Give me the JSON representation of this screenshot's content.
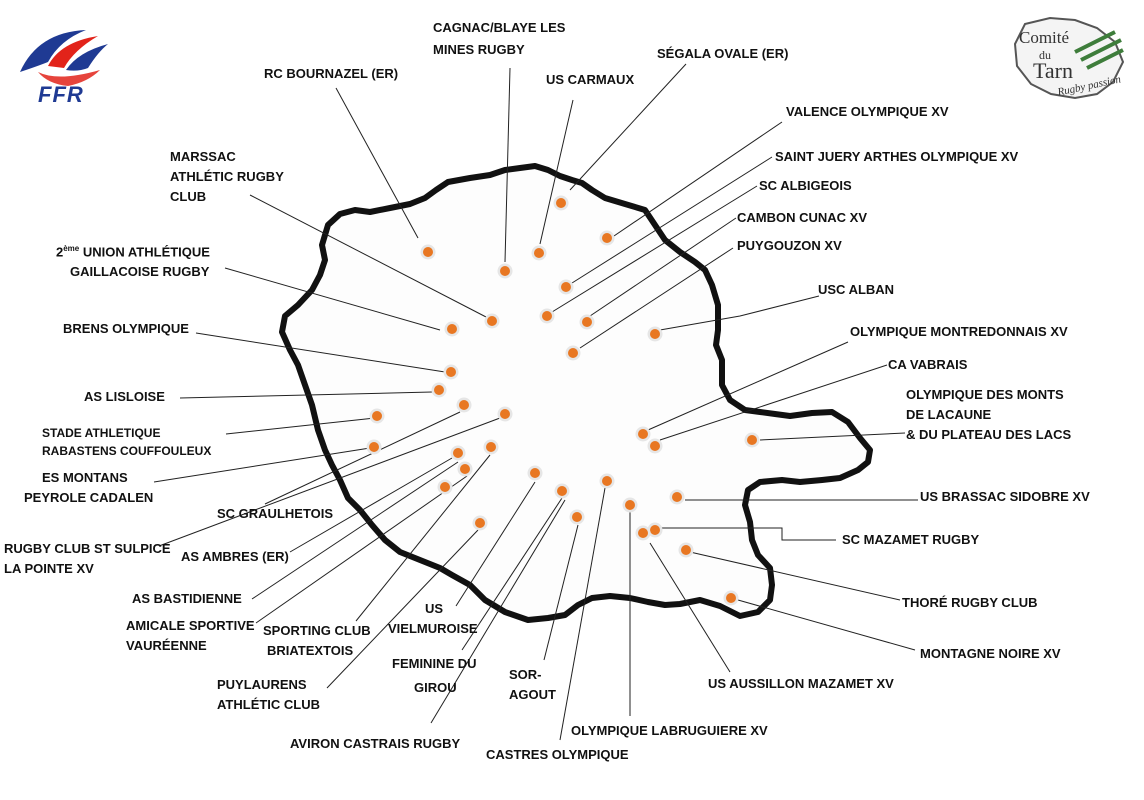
{
  "logos": {
    "federation": "FFR",
    "committee": {
      "line1": "Comité",
      "line2": "du",
      "line3": "Tarn",
      "tagline": "Rugby passion"
    }
  },
  "colors": {
    "club_dot": "#e87722",
    "dot_ring": "#e6e6e6",
    "outline": "#111111",
    "ffr_blue": "#1f3a93",
    "ffr_red": "#e2231a"
  },
  "clubs": [
    {
      "lines": [
        "RC BOURNAZEL (ER)"
      ]
    },
    {
      "lines": [
        "CAGNAC/BLAYE LES",
        "MINES RUGBY"
      ]
    },
    {
      "lines": [
        "US CARMAUX"
      ]
    },
    {
      "lines": [
        "SÉGALA OVALE (ER)"
      ]
    },
    {
      "lines": [
        "VALENCE OLYMPIQUE XV"
      ]
    },
    {
      "lines": [
        "SAINT JUERY ARTHES OLYMPIQUE XV"
      ]
    },
    {
      "lines": [
        "SC ALBIGEOIS"
      ]
    },
    {
      "lines": [
        "CAMBON CUNAC XV"
      ]
    },
    {
      "lines": [
        "PUYGOUZON XV"
      ]
    },
    {
      "lines": [
        "USC ALBAN"
      ]
    },
    {
      "lines": [
        "OLYMPIQUE MONTREDONNAIS XV"
      ]
    },
    {
      "lines": [
        "CA VABRAIS"
      ]
    },
    {
      "lines": [
        "OLYMPIQUE DES MONTS",
        "DE LACAUNE",
        "& DU PLATEAU DES LACS"
      ]
    },
    {
      "lines": [
        "US BRASSAC SIDOBRE XV"
      ]
    },
    {
      "lines": [
        "SC MAZAMET RUGBY"
      ]
    },
    {
      "lines": [
        "THORÉ RUGBY CLUB"
      ]
    },
    {
      "lines": [
        "MONTAGNE NOIRE XV"
      ]
    },
    {
      "lines": [
        "US AUSSILLON MAZAMET XV"
      ]
    },
    {
      "lines": [
        "OLYMPIQUE LABRUGUIERE XV"
      ]
    },
    {
      "lines": [
        "CASTRES OLYMPIQUE"
      ]
    },
    {
      "lines": [
        "SOR-",
        "AGOUT"
      ]
    },
    {
      "lines": [
        "FEMININE DU",
        "GIROU"
      ]
    },
    {
      "lines": [
        "US",
        "VIELMUROISE"
      ]
    },
    {
      "lines": [
        "AVIRON CASTRAIS RUGBY"
      ]
    },
    {
      "lines": [
        "SPORTING CLUB",
        "BRIATEXTOIS"
      ]
    },
    {
      "lines": [
        "PUYLAURENS",
        "ATHLÉTIC CLUB"
      ]
    },
    {
      "lines": [
        "AMICALE SPORTIVE",
        "VAURÉENNE"
      ]
    },
    {
      "lines": [
        "AS BASTIDIENNE"
      ]
    },
    {
      "lines": [
        "AS AMBRES (ER)"
      ]
    },
    {
      "lines": [
        "SC GRAULHETOIS"
      ]
    },
    {
      "lines": [
        "RUGBY CLUB ST SULPICE",
        "LA POINTE XV"
      ]
    },
    {
      "lines": [
        "ES MONTANS",
        "PEYROLE CADALEN"
      ]
    },
    {
      "lines": [
        "STADE ATHLETIQUE",
        "RABASTENS COUFFOULEUX"
      ]
    },
    {
      "lines": [
        "AS LISLOISE"
      ]
    },
    {
      "lines": [
        "BRENS OLYMPIQUE"
      ]
    },
    {
      "lines": [
        "2ème UNION ATHLÉTIQUE",
        "GAILLACOISE RUGBY"
      ]
    },
    {
      "lines": [
        "MARSSAC",
        "ATHLÉTIC RUGBY",
        "CLUB"
      ]
    }
  ]
}
